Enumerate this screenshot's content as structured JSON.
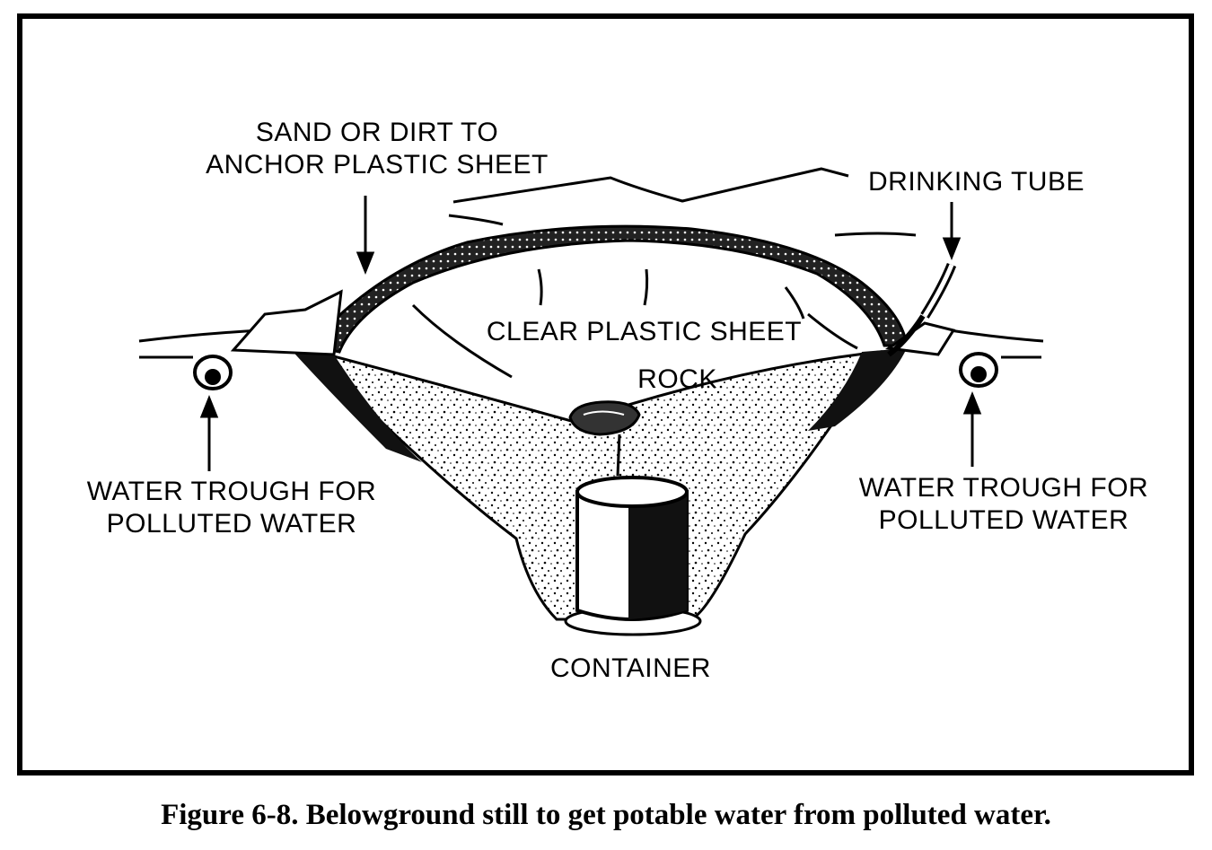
{
  "labels": {
    "sand": "SAND OR DIRT TO\nANCHOR PLASTIC SHEET",
    "drinking_tube": "DRINKING TUBE",
    "clear_plastic": "CLEAR PLASTIC SHEET",
    "rock": "ROCK",
    "trough_left": "WATER TROUGH FOR\nPOLLUTED WATER",
    "trough_right": "WATER TROUGH FOR\nPOLLUTED WATER",
    "container": "CONTAINER"
  },
  "caption": "Figure 6-8. Belowground still to get potable water from polluted water."
}
